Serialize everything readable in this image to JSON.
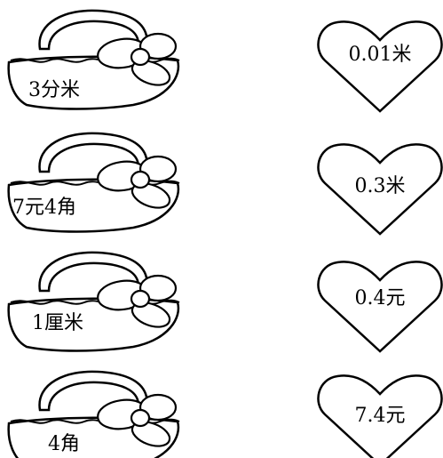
{
  "baskets": [
    {
      "label": "3分米"
    },
    {
      "label": "7元4角"
    },
    {
      "label": "1厘米"
    },
    {
      "label": "4角"
    }
  ],
  "hearts": [
    {
      "label": "0.01米"
    },
    {
      "label": "0.3米"
    },
    {
      "label": "0.4元"
    },
    {
      "label": "7.4元"
    }
  ]
}
